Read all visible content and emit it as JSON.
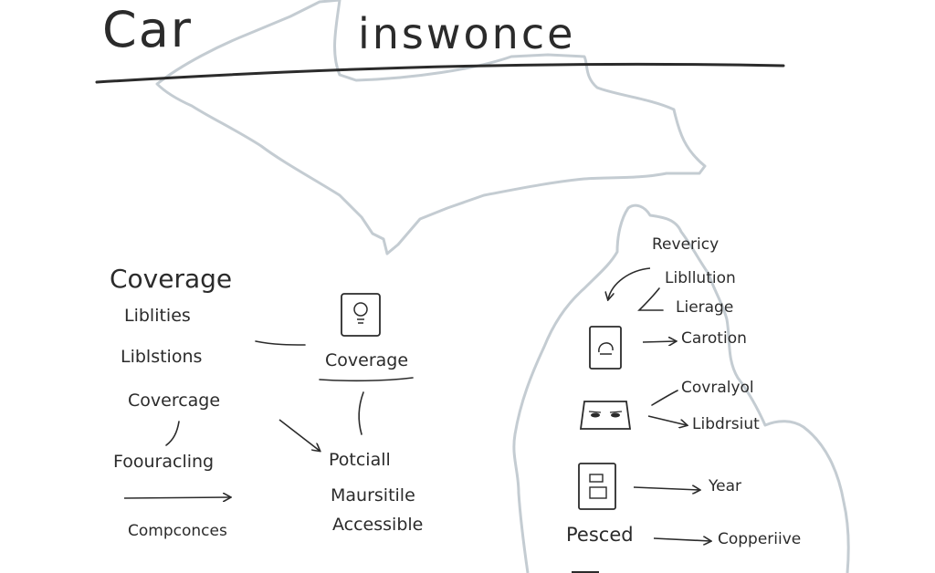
{
  "title": {
    "part1": "Car",
    "part2": "inswonce"
  },
  "left_column": {
    "heading": "Coverage",
    "items": [
      "Liblities",
      "Liblstions",
      "Covercage",
      "Foouracling",
      "Compconces"
    ]
  },
  "middle_column": {
    "label": "Coverage",
    "items": [
      "Potciall",
      "Maursitile",
      "Accessible"
    ]
  },
  "right_column": {
    "top_items": [
      "Revericy",
      "Libllution",
      "Lierage"
    ],
    "rows": [
      "Carotion",
      "Covralyol",
      "Libdrsiut",
      "Year"
    ],
    "bottom_word": "Pesced",
    "bottom_target": "Copperiive"
  },
  "colors": {
    "ink": "#2b2b2b",
    "map_outline": "#c4ccd2"
  }
}
